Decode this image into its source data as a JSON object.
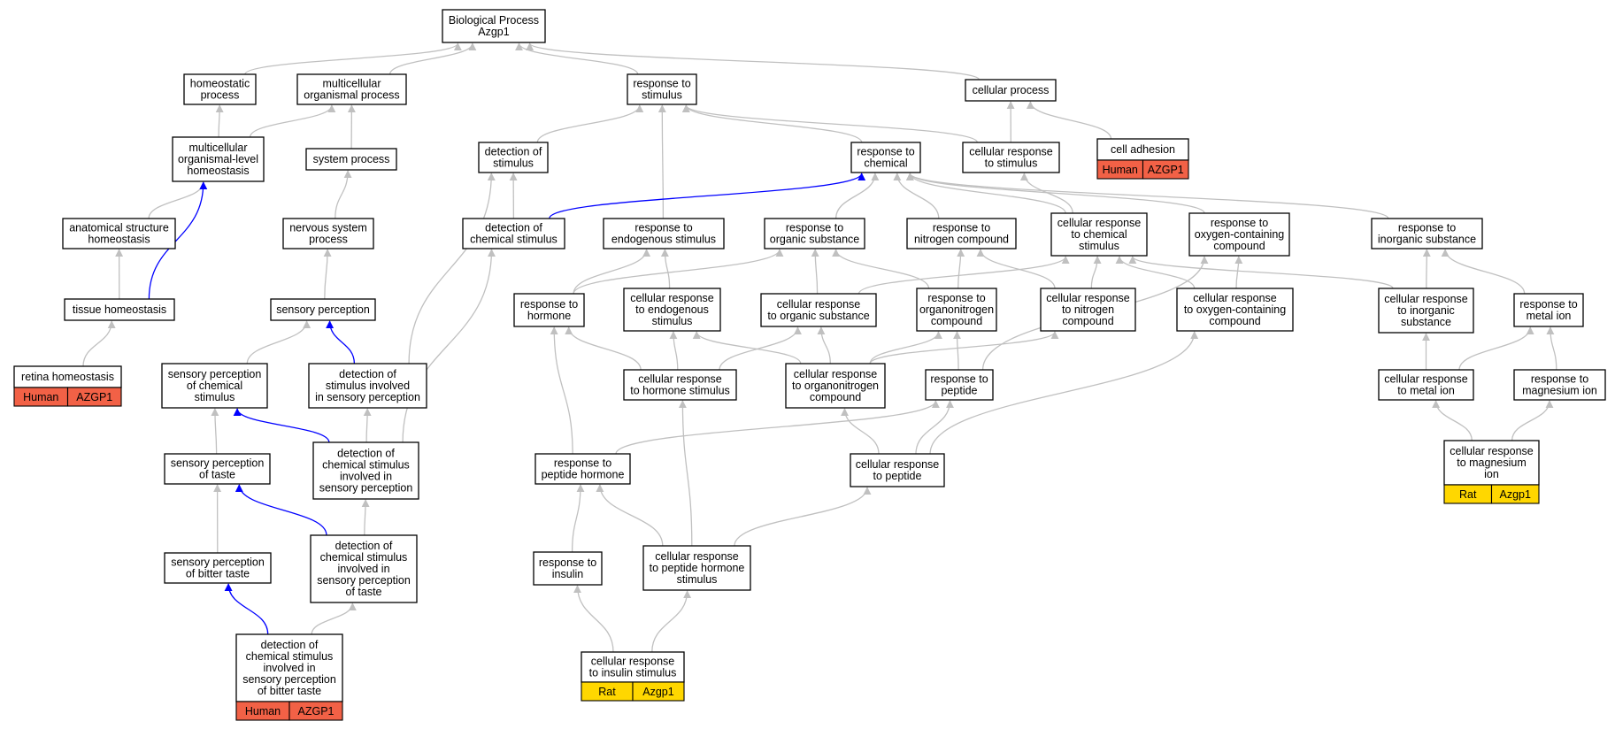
{
  "colors": {
    "edge_default": "#c0c0c0",
    "edge_highlight": "#0000ff",
    "human": "#f26146",
    "rat": "#ffd700"
  },
  "nodes": [
    {
      "id": "bp",
      "lines": [
        "Biological Process",
        "Azgp1"
      ]
    },
    {
      "id": "homeostatic",
      "lines": [
        "homeostatic",
        "process"
      ]
    },
    {
      "id": "multiorg",
      "lines": [
        "multicellular",
        "organismal process"
      ]
    },
    {
      "id": "resp_stim",
      "lines": [
        "response to",
        "stimulus"
      ]
    },
    {
      "id": "cell_proc",
      "lines": [
        "cellular process"
      ]
    },
    {
      "id": "mo_homeo",
      "lines": [
        "multicellular",
        "organismal-level",
        "homeostasis"
      ]
    },
    {
      "id": "sys_proc",
      "lines": [
        "system process"
      ]
    },
    {
      "id": "det_stim",
      "lines": [
        "detection of",
        "stimulus"
      ]
    },
    {
      "id": "resp_chem",
      "lines": [
        "response to",
        "chemical"
      ]
    },
    {
      "id": "cell_resp_stim",
      "lines": [
        "cellular response",
        "to stimulus"
      ]
    },
    {
      "id": "cell_adh",
      "lines": [
        "cell adhesion"
      ],
      "tag": {
        "species": "Human",
        "gene": "AZGP1"
      }
    },
    {
      "id": "anat_homeo",
      "lines": [
        "anatomical structure",
        "homeostasis"
      ]
    },
    {
      "id": "nerv_sys",
      "lines": [
        "nervous system",
        "process"
      ]
    },
    {
      "id": "det_chem_stim",
      "lines": [
        "detection of",
        "chemical stimulus"
      ]
    },
    {
      "id": "resp_endo",
      "lines": [
        "response to",
        "endogenous stimulus"
      ]
    },
    {
      "id": "resp_org_sub",
      "lines": [
        "response to",
        "organic substance"
      ]
    },
    {
      "id": "resp_nitro",
      "lines": [
        "response to",
        "nitrogen compound"
      ]
    },
    {
      "id": "cell_resp_chem",
      "lines": [
        "cellular response",
        "to chemical",
        "stimulus"
      ]
    },
    {
      "id": "resp_oxy",
      "lines": [
        "response to",
        "oxygen-containing",
        "compound"
      ]
    },
    {
      "id": "resp_inorg",
      "lines": [
        "response to",
        "inorganic substance"
      ]
    },
    {
      "id": "tissue_homeo",
      "lines": [
        "tissue homeostasis"
      ]
    },
    {
      "id": "sens_perc",
      "lines": [
        "sensory perception"
      ]
    },
    {
      "id": "resp_hormone",
      "lines": [
        "response to",
        "hormone"
      ]
    },
    {
      "id": "cell_resp_endo",
      "lines": [
        "cellular response",
        "to endogenous",
        "stimulus"
      ]
    },
    {
      "id": "cell_resp_org",
      "lines": [
        "cellular response",
        "to organic substance"
      ]
    },
    {
      "id": "resp_organonitro",
      "lines": [
        "response to",
        "organonitrogen",
        "compound"
      ]
    },
    {
      "id": "cell_resp_nitro",
      "lines": [
        "cellular response",
        "to nitrogen",
        "compound"
      ]
    },
    {
      "id": "cell_resp_oxy",
      "lines": [
        "cellular response",
        "to oxygen-containing",
        "compound"
      ]
    },
    {
      "id": "cell_resp_inorg",
      "lines": [
        "cellular response",
        "to inorganic",
        "substance"
      ]
    },
    {
      "id": "resp_metal",
      "lines": [
        "response to",
        "metal ion"
      ]
    },
    {
      "id": "retina_homeo",
      "lines": [
        "retina homeostasis"
      ],
      "tag": {
        "species": "Human",
        "gene": "AZGP1"
      }
    },
    {
      "id": "sens_perc_chem",
      "lines": [
        "sensory perception",
        "of chemical",
        "stimulus"
      ]
    },
    {
      "id": "det_stim_sens",
      "lines": [
        "detection of",
        "stimulus involved",
        "in sensory perception"
      ]
    },
    {
      "id": "cell_resp_hormone",
      "lines": [
        "cellular response",
        "to hormone stimulus"
      ]
    },
    {
      "id": "cell_resp_organonitro",
      "lines": [
        "cellular response",
        "to organonitrogen",
        "compound"
      ]
    },
    {
      "id": "resp_peptide",
      "lines": [
        "response to",
        "peptide"
      ]
    },
    {
      "id": "cell_resp_metal",
      "lines": [
        "cellular response",
        "to metal ion"
      ]
    },
    {
      "id": "resp_mg",
      "lines": [
        "response to",
        "magnesium ion"
      ]
    },
    {
      "id": "sens_taste",
      "lines": [
        "sensory perception",
        "of taste"
      ]
    },
    {
      "id": "det_chem_sens",
      "lines": [
        "detection of",
        "chemical stimulus",
        "involved in",
        "sensory perception"
      ]
    },
    {
      "id": "resp_pep_horm",
      "lines": [
        "response to",
        "peptide hormone"
      ]
    },
    {
      "id": "cell_resp_peptide",
      "lines": [
        "cellular response",
        "to peptide"
      ]
    },
    {
      "id": "cell_resp_mg",
      "lines": [
        "cellular response",
        "to magnesium",
        "ion"
      ],
      "tag": {
        "species": "Rat",
        "gene": "Azgp1"
      }
    },
    {
      "id": "sens_bitter",
      "lines": [
        "sensory perception",
        "of bitter taste"
      ]
    },
    {
      "id": "det_chem_taste",
      "lines": [
        "detection of",
        "chemical stimulus",
        "involved in",
        "sensory perception",
        "of taste"
      ]
    },
    {
      "id": "resp_insulin",
      "lines": [
        "response to",
        "insulin"
      ]
    },
    {
      "id": "cell_resp_pep_horm",
      "lines": [
        "cellular response",
        "to peptide hormone",
        "stimulus"
      ]
    },
    {
      "id": "det_chem_bitter",
      "lines": [
        "detection of",
        "chemical stimulus",
        "involved in",
        "sensory perception",
        "of bitter taste"
      ],
      "tag": {
        "species": "Human",
        "gene": "AZGP1"
      }
    },
    {
      "id": "cell_resp_insulin",
      "lines": [
        "cellular response",
        "to insulin stimulus"
      ],
      "tag": {
        "species": "Rat",
        "gene": "Azgp1"
      }
    }
  ],
  "edges": [
    {
      "from": "homeostatic",
      "to": "bp"
    },
    {
      "from": "multiorg",
      "to": "bp"
    },
    {
      "from": "resp_stim",
      "to": "bp"
    },
    {
      "from": "cell_proc",
      "to": "bp"
    },
    {
      "from": "mo_homeo",
      "to": "homeostatic"
    },
    {
      "from": "mo_homeo",
      "to": "multiorg"
    },
    {
      "from": "sys_proc",
      "to": "multiorg"
    },
    {
      "from": "det_stim",
      "to": "resp_stim"
    },
    {
      "from": "resp_chem",
      "to": "resp_stim"
    },
    {
      "from": "cell_resp_stim",
      "to": "resp_stim"
    },
    {
      "from": "resp_endo",
      "to": "resp_stim"
    },
    {
      "from": "cell_resp_stim",
      "to": "cell_proc"
    },
    {
      "from": "cell_adh",
      "to": "cell_proc"
    },
    {
      "from": "anat_homeo",
      "to": "mo_homeo"
    },
    {
      "from": "tissue_homeo",
      "to": "mo_homeo",
      "highlight": true
    },
    {
      "from": "nerv_sys",
      "to": "sys_proc"
    },
    {
      "from": "det_chem_stim",
      "to": "det_stim"
    },
    {
      "from": "det_chem_stim",
      "to": "resp_chem",
      "highlight": true
    },
    {
      "from": "resp_org_sub",
      "to": "resp_chem"
    },
    {
      "from": "resp_nitro",
      "to": "resp_chem"
    },
    {
      "from": "cell_resp_chem",
      "to": "resp_chem"
    },
    {
      "from": "resp_oxy",
      "to": "resp_chem"
    },
    {
      "from": "resp_inorg",
      "to": "resp_chem"
    },
    {
      "from": "cell_resp_chem",
      "to": "cell_resp_stim"
    },
    {
      "from": "tissue_homeo",
      "to": "anat_homeo"
    },
    {
      "from": "sens_perc",
      "to": "nerv_sys"
    },
    {
      "from": "retina_homeo",
      "to": "tissue_homeo"
    },
    {
      "from": "sens_perc_chem",
      "to": "sens_perc"
    },
    {
      "from": "det_stim_sens",
      "to": "sens_perc",
      "highlight": true
    },
    {
      "from": "det_stim_sens",
      "to": "det_stim"
    },
    {
      "from": "resp_hormone",
      "to": "resp_endo"
    },
    {
      "from": "resp_hormone",
      "to": "resp_org_sub"
    },
    {
      "from": "cell_resp_endo",
      "to": "resp_endo"
    },
    {
      "from": "cell_resp_org",
      "to": "resp_org_sub"
    },
    {
      "from": "cell_resp_org",
      "to": "cell_resp_chem"
    },
    {
      "from": "resp_organonitro",
      "to": "resp_org_sub"
    },
    {
      "from": "resp_organonitro",
      "to": "resp_nitro"
    },
    {
      "from": "cell_resp_nitro",
      "to": "resp_nitro"
    },
    {
      "from": "cell_resp_nitro",
      "to": "cell_resp_chem"
    },
    {
      "from": "cell_resp_oxy",
      "to": "resp_oxy"
    },
    {
      "from": "cell_resp_oxy",
      "to": "cell_resp_chem"
    },
    {
      "from": "cell_resp_inorg",
      "to": "resp_inorg"
    },
    {
      "from": "cell_resp_inorg",
      "to": "cell_resp_chem"
    },
    {
      "from": "resp_metal",
      "to": "resp_inorg"
    },
    {
      "from": "cell_resp_hormone",
      "to": "resp_hormone"
    },
    {
      "from": "cell_resp_hormone",
      "to": "cell_resp_endo"
    },
    {
      "from": "cell_resp_hormone",
      "to": "cell_resp_org"
    },
    {
      "from": "cell_resp_organonitro",
      "to": "resp_organonitro"
    },
    {
      "from": "cell_resp_organonitro",
      "to": "cell_resp_org"
    },
    {
      "from": "cell_resp_organonitro",
      "to": "cell_resp_nitro"
    },
    {
      "from": "cell_resp_organonitro",
      "to": "cell_resp_endo"
    },
    {
      "from": "resp_peptide",
      "to": "resp_organonitro"
    },
    {
      "from": "resp_peptide",
      "to": "resp_oxy"
    },
    {
      "from": "cell_resp_metal",
      "to": "cell_resp_inorg"
    },
    {
      "from": "cell_resp_metal",
      "to": "resp_metal"
    },
    {
      "from": "resp_mg",
      "to": "resp_metal"
    },
    {
      "from": "sens_taste",
      "to": "sens_perc_chem"
    },
    {
      "from": "det_chem_sens",
      "to": "sens_perc_chem",
      "highlight": true
    },
    {
      "from": "det_chem_sens",
      "to": "det_stim_sens"
    },
    {
      "from": "det_chem_sens",
      "to": "det_chem_stim"
    },
    {
      "from": "resp_pep_horm",
      "to": "resp_hormone"
    },
    {
      "from": "resp_pep_horm",
      "to": "resp_peptide"
    },
    {
      "from": "cell_resp_peptide",
      "to": "resp_peptide"
    },
    {
      "from": "cell_resp_peptide",
      "to": "cell_resp_organonitro"
    },
    {
      "from": "cell_resp_peptide",
      "to": "cell_resp_oxy"
    },
    {
      "from": "cell_resp_mg",
      "to": "cell_resp_metal"
    },
    {
      "from": "cell_resp_mg",
      "to": "resp_mg"
    },
    {
      "from": "sens_bitter",
      "to": "sens_taste"
    },
    {
      "from": "det_chem_taste",
      "to": "sens_taste",
      "highlight": true
    },
    {
      "from": "det_chem_taste",
      "to": "det_chem_sens"
    },
    {
      "from": "resp_insulin",
      "to": "resp_pep_horm"
    },
    {
      "from": "cell_resp_pep_horm",
      "to": "resp_pep_horm"
    },
    {
      "from": "cell_resp_pep_horm",
      "to": "cell_resp_hormone"
    },
    {
      "from": "cell_resp_pep_horm",
      "to": "cell_resp_peptide"
    },
    {
      "from": "det_chem_bitter",
      "to": "sens_bitter",
      "highlight": true
    },
    {
      "from": "det_chem_bitter",
      "to": "det_chem_taste"
    },
    {
      "from": "cell_resp_insulin",
      "to": "resp_insulin"
    },
    {
      "from": "cell_resp_insulin",
      "to": "cell_resp_pep_horm"
    }
  ]
}
